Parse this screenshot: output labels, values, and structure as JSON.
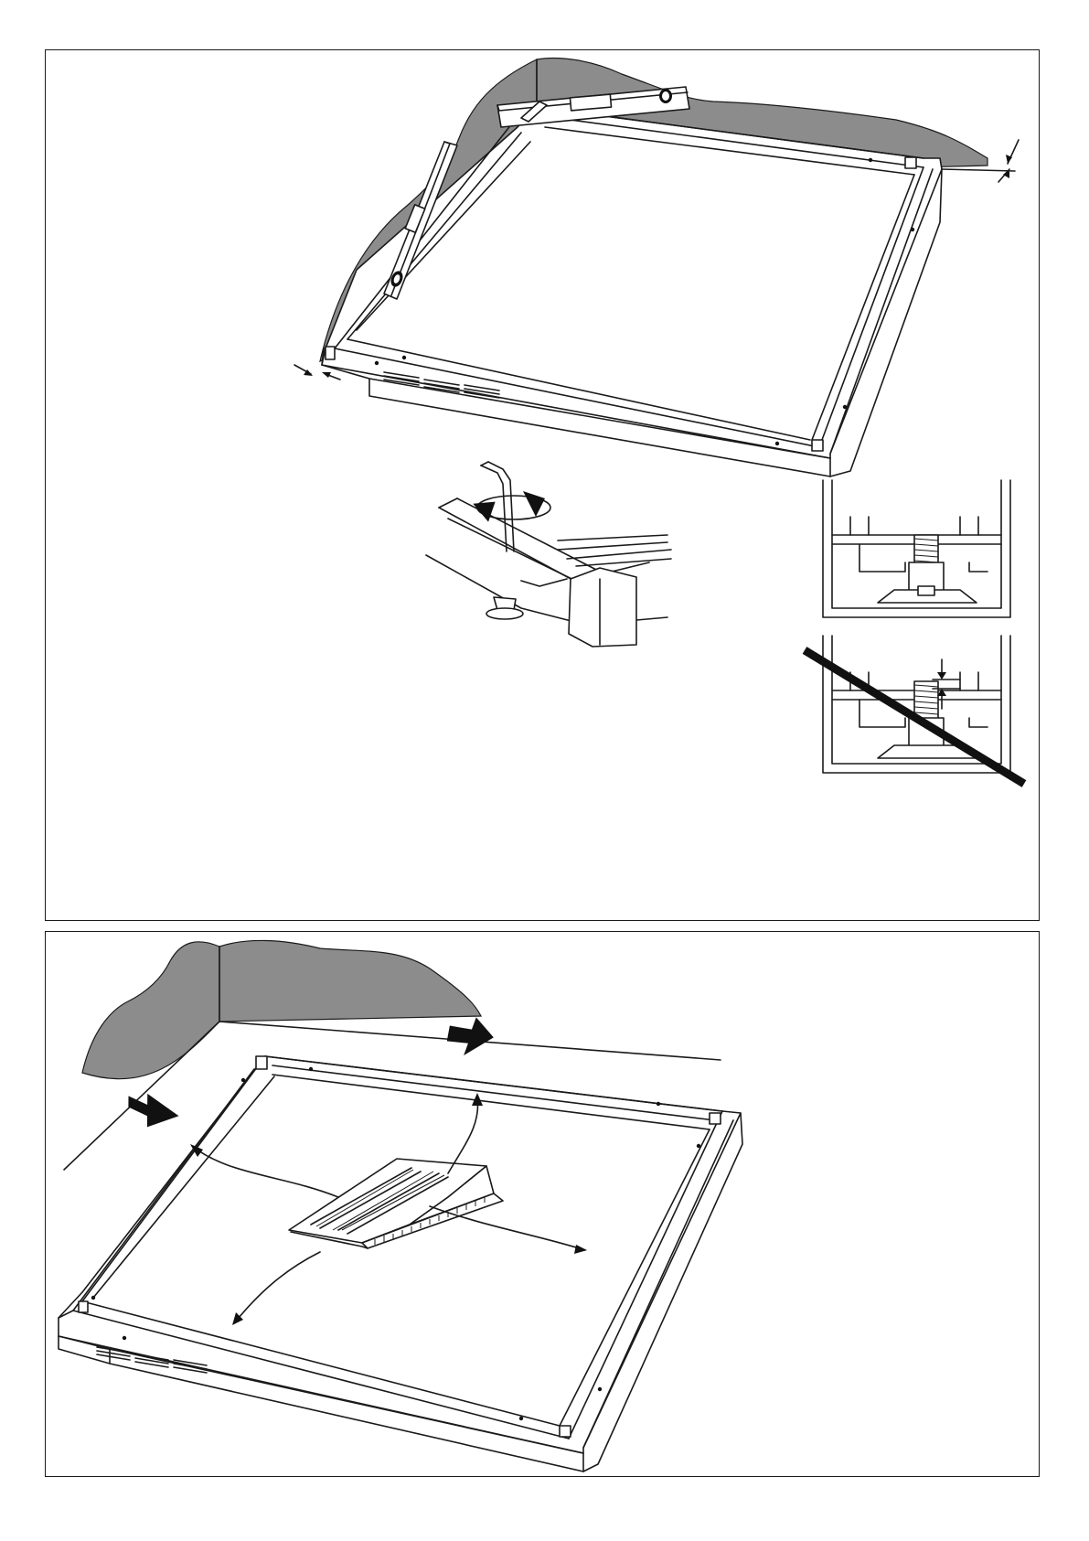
{
  "page": {
    "kind": "assembly-instruction-sheet",
    "ink_color": "#1a1a1a",
    "wall_color": "#8c8c8c",
    "background": "#ffffff"
  },
  "panels": [
    {
      "id": "level-and-adjust",
      "illustrations": [
        "wall-corner",
        "tray-frame",
        "spirit-level-horizontal",
        "spirit-level-vertical",
        "wall-gap-arrows-right",
        "wall-gap-arrows-left",
        "hex-key-adjustment",
        "rotation-arrows",
        "foot-profile-correct",
        "foot-profile-incorrect",
        "prohibited-slash",
        "thread-gap-arrows"
      ]
    },
    {
      "id": "push-to-wall-and-spread",
      "illustrations": [
        "wall-corner",
        "tray-frame",
        "push-arrow-top",
        "push-arrow-left",
        "wedge-pack",
        "spread-arrows"
      ]
    }
  ]
}
